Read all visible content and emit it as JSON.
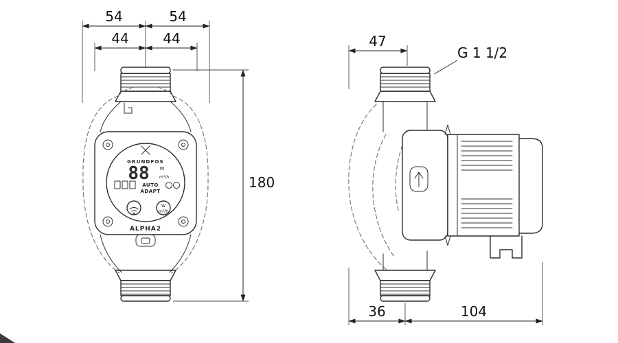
{
  "front_view": {
    "dim_outer_left": "54",
    "dim_outer_right": "54",
    "dim_inner_left": "44",
    "dim_inner_right": "44",
    "dim_height": "180",
    "panel": {
      "brand": "GRUNDFOS",
      "display_value": "88",
      "unit_power": "W",
      "unit_flow": "m³/h",
      "mode_line1": "AUTO",
      "mode_line2": "ADAPT",
      "model": "ALPHA2"
    }
  },
  "side_view": {
    "dim_top": "47",
    "thread_label": "G 1 1/2",
    "dim_bottom_left": "36",
    "dim_bottom_right": "104"
  }
}
